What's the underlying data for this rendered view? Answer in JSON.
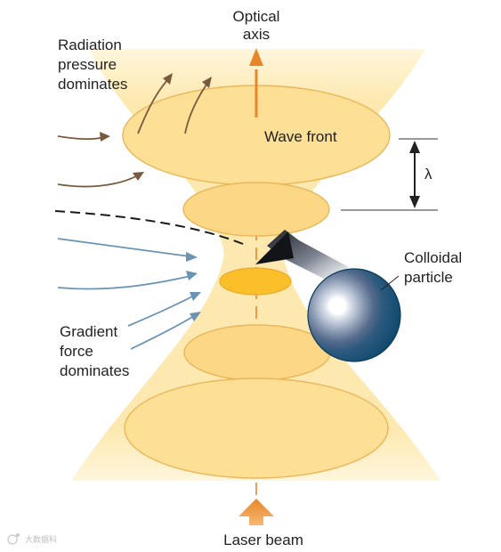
{
  "labels": {
    "optical_axis": [
      "Optical",
      "axis"
    ],
    "radiation": [
      "Radiation",
      "pressure",
      "dominates"
    ],
    "wave_front": "Wave front",
    "lambda": "λ",
    "colloidal": [
      "Colloidal",
      "particle"
    ],
    "gradient": [
      "Gradient",
      "force",
      "dominates"
    ],
    "laser_beam": "Laser beam",
    "watermark": "大数据科"
  },
  "colors": {
    "beam_fill": "#fde9b0",
    "ellipse_fill": "#fddf95",
    "ellipse_stroke": "#e9b65a",
    "focus_fill": "#fbbf2a",
    "axis_orange": "#e8862a",
    "brown_arrow": "#7a5a3c",
    "blue_arrow": "#6a93b3",
    "particle_dark": "#0e4a6e"
  }
}
